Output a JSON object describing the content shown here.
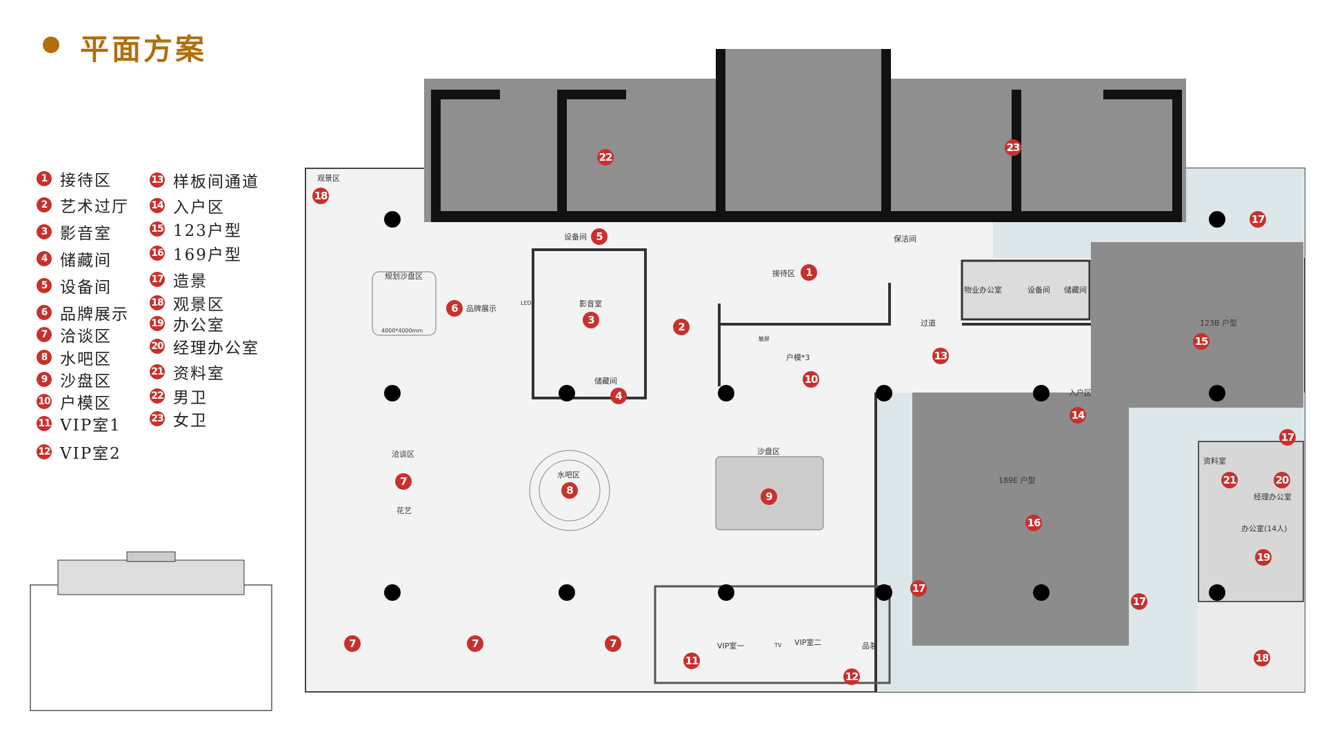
{
  "title": "平面方案",
  "legend": [
    {
      "num": "1",
      "label": "接待区"
    },
    {
      "num": "2",
      "label": "艺术过厅"
    },
    {
      "num": "3",
      "label": "影音室"
    },
    {
      "num": "4",
      "label": "储藏间"
    },
    {
      "num": "5",
      "label": "设备间"
    },
    {
      "num": "6",
      "label": "品牌展示"
    },
    {
      "num": "7",
      "label": "洽谈区"
    },
    {
      "num": "8",
      "label": "水吧区"
    },
    {
      "num": "9",
      "label": "沙盘区"
    },
    {
      "num": "10",
      "label": "户模区"
    },
    {
      "num": "11",
      "label": "VIP室1"
    },
    {
      "num": "12",
      "label": "VIP室2"
    },
    {
      "num": "13",
      "label": "样板间通道"
    },
    {
      "num": "14",
      "label": "入户区"
    },
    {
      "num": "15",
      "label": "123户型"
    },
    {
      "num": "16",
      "label": "169户型"
    },
    {
      "num": "17",
      "label": "造景"
    },
    {
      "num": "18",
      "label": "观景区"
    },
    {
      "num": "19",
      "label": "办公室"
    },
    {
      "num": "20",
      "label": "经理办公室"
    },
    {
      "num": "21",
      "label": "资料室"
    },
    {
      "num": "22",
      "label": "男卫"
    },
    {
      "num": "23",
      "label": "女卫"
    }
  ],
  "plan": {
    "labels": {
      "view_zone": "观景区",
      "equipment": "设备间",
      "planning_model": "规划沙盘区",
      "model_size": "4000*4000mm",
      "brand": "品牌展示",
      "led": "LED",
      "cinema": "影音室",
      "storage": "储藏间",
      "reception": "接待区",
      "unit_models": "户模*3",
      "touch": "触屏",
      "cleaning": "保洁间",
      "corridor": "过道",
      "property_office": "物业办公室",
      "equipment2": "设备间",
      "storage2": "储藏间",
      "entry": "入户区",
      "unit_123b": "123B 户型",
      "unit_189e": "189E 户型",
      "negotiation": "洽谈区",
      "floral": "花艺",
      "water_bar": "水吧区",
      "sand_table": "沙盘区",
      "archive": "资料室",
      "manager": "经理办公室",
      "office14": "办公室(14人)",
      "vip1": "VIP室一",
      "vip2": "VIP室二",
      "tea": "品茗",
      "tv": "TV"
    }
  },
  "colors": {
    "accent": "#b06f0c",
    "marker": "#c9302c",
    "core": "#8f8f8f",
    "landscape": "#dde6e9"
  }
}
